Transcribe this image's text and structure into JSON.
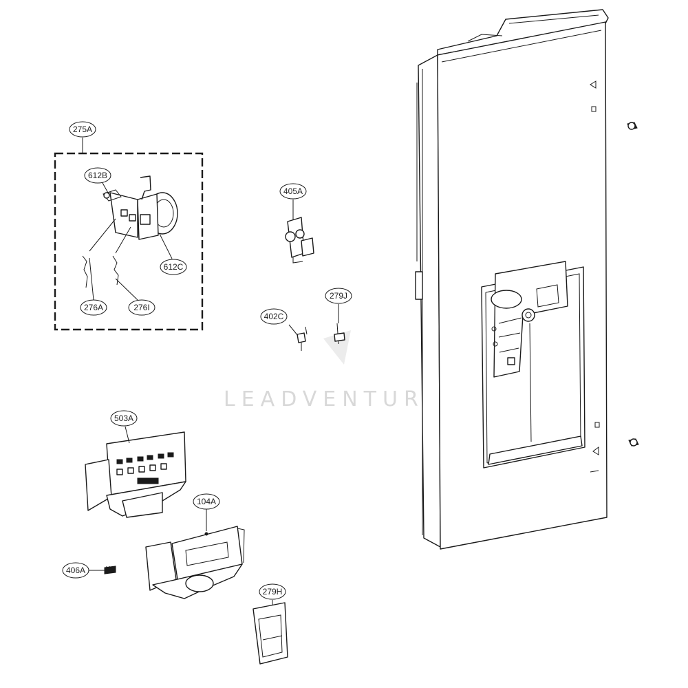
{
  "watermark": "LEADVENTURE",
  "callouts": [
    {
      "id": "c-275a",
      "label": "275A"
    },
    {
      "id": "c-612b",
      "label": "612B"
    },
    {
      "id": "c-612c",
      "label": "612C"
    },
    {
      "id": "c-276a",
      "label": "276A"
    },
    {
      "id": "c-276i",
      "label": "276I"
    },
    {
      "id": "c-405a",
      "label": "405A"
    },
    {
      "id": "c-402c",
      "label": "402C"
    },
    {
      "id": "c-279j",
      "label": "279J"
    },
    {
      "id": "c-503a",
      "label": "503A"
    },
    {
      "id": "c-104a",
      "label": "104A"
    },
    {
      "id": "c-406a",
      "label": "406A"
    },
    {
      "id": "c-279h",
      "label": "279H"
    }
  ]
}
